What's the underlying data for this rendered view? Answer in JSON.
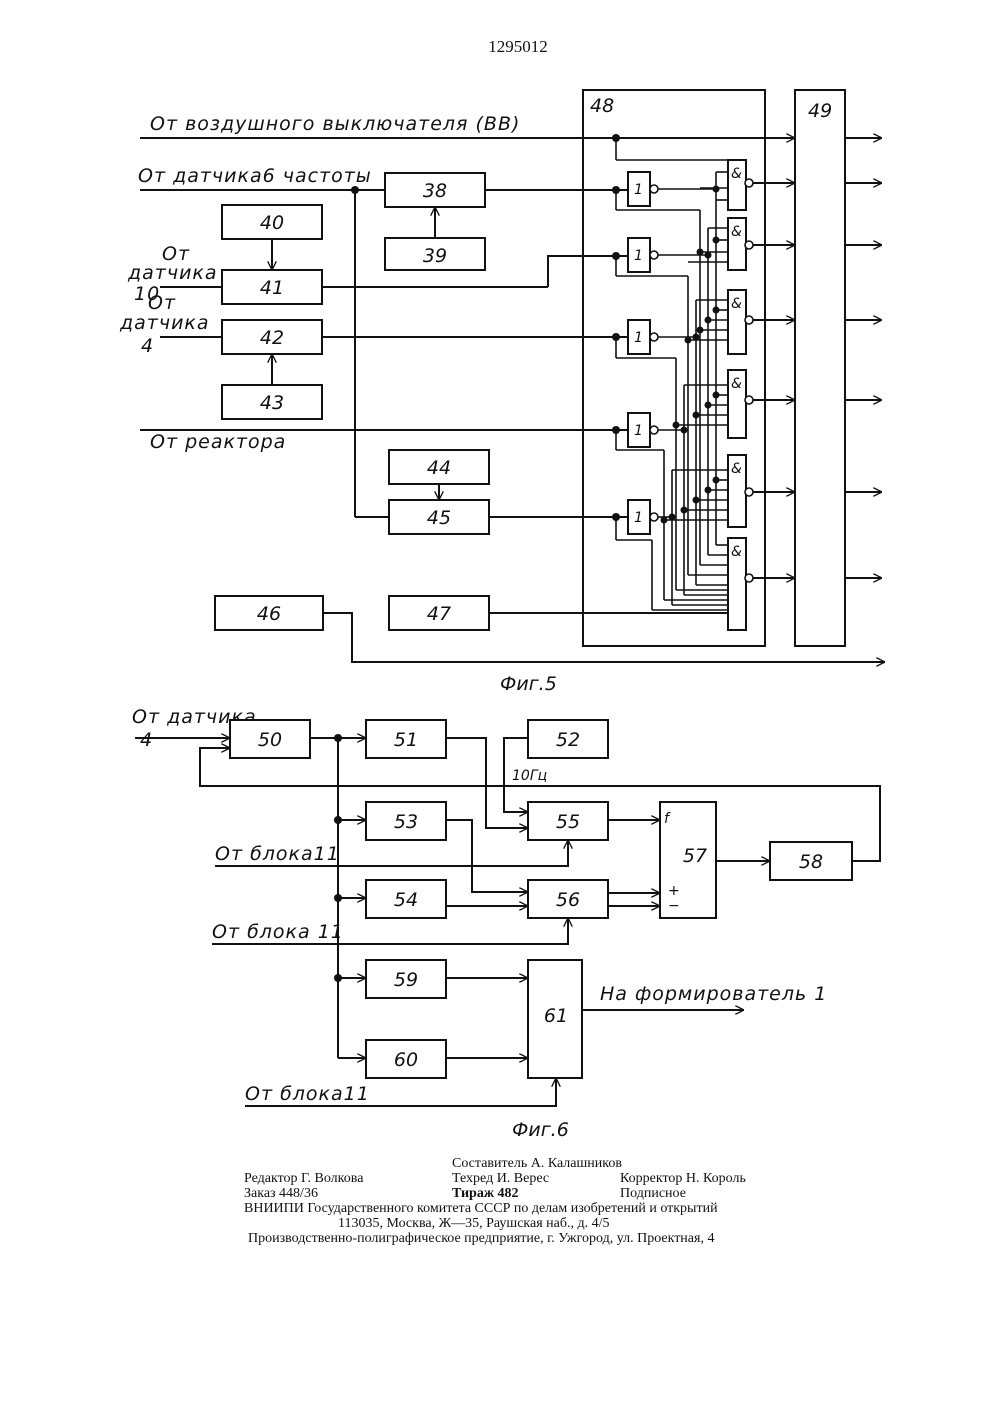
{
  "header": {
    "patent_number": "1295012"
  },
  "fig5": {
    "caption": "Фиг.5",
    "inputs": {
      "air_switch": "От воздушного выключателя (ВВ)",
      "freq_sensor": "От датчика6 частоты",
      "sensor10_a": "От",
      "sensor10_b": "датчика",
      "sensor10_c": "10",
      "sensor4_a": "От",
      "sensor4_b": "датчика",
      "sensor4_c": "4",
      "reactor": "От реактора"
    },
    "blocks": [
      "38",
      "39",
      "40",
      "41",
      "42",
      "43",
      "44",
      "45",
      "46",
      "47",
      "48",
      "49"
    ],
    "gate_labels": {
      "not": "1",
      "and": "&"
    }
  },
  "fig6": {
    "caption": "Фиг.6",
    "inputs": {
      "sensor4_a": "От датчика",
      "sensor4_b": "4",
      "block11_a": "От блока11",
      "block11_b": "От блока 11",
      "block11_c": "От блока11"
    },
    "output": "На формирователь 1",
    "freq_label": "10Гц",
    "pin_f": "f",
    "pin_plus": "+",
    "pin_minus": "−",
    "blocks": [
      "50",
      "51",
      "52",
      "53",
      "54",
      "55",
      "56",
      "57",
      "58",
      "59",
      "60",
      "61"
    ]
  },
  "footer": {
    "composer": "Составитель А. Калашников",
    "editor": "Редактор Г. Волкова",
    "techred": "Техред И. Верес",
    "corrector": "Корректор Н. Король",
    "order": "Заказ 448/36",
    "circulation": "Тираж 482",
    "subscription": "Подписное",
    "org": "ВНИИПИ Государственного комитета СССР по делам изобретений и открытий",
    "address": "113035, Москва, Ж—35, Раушская наб., д. 4/5",
    "printer": "Производственно-полиграфическое предприятие, г. Ужгород, ул. Проектная, 4"
  }
}
